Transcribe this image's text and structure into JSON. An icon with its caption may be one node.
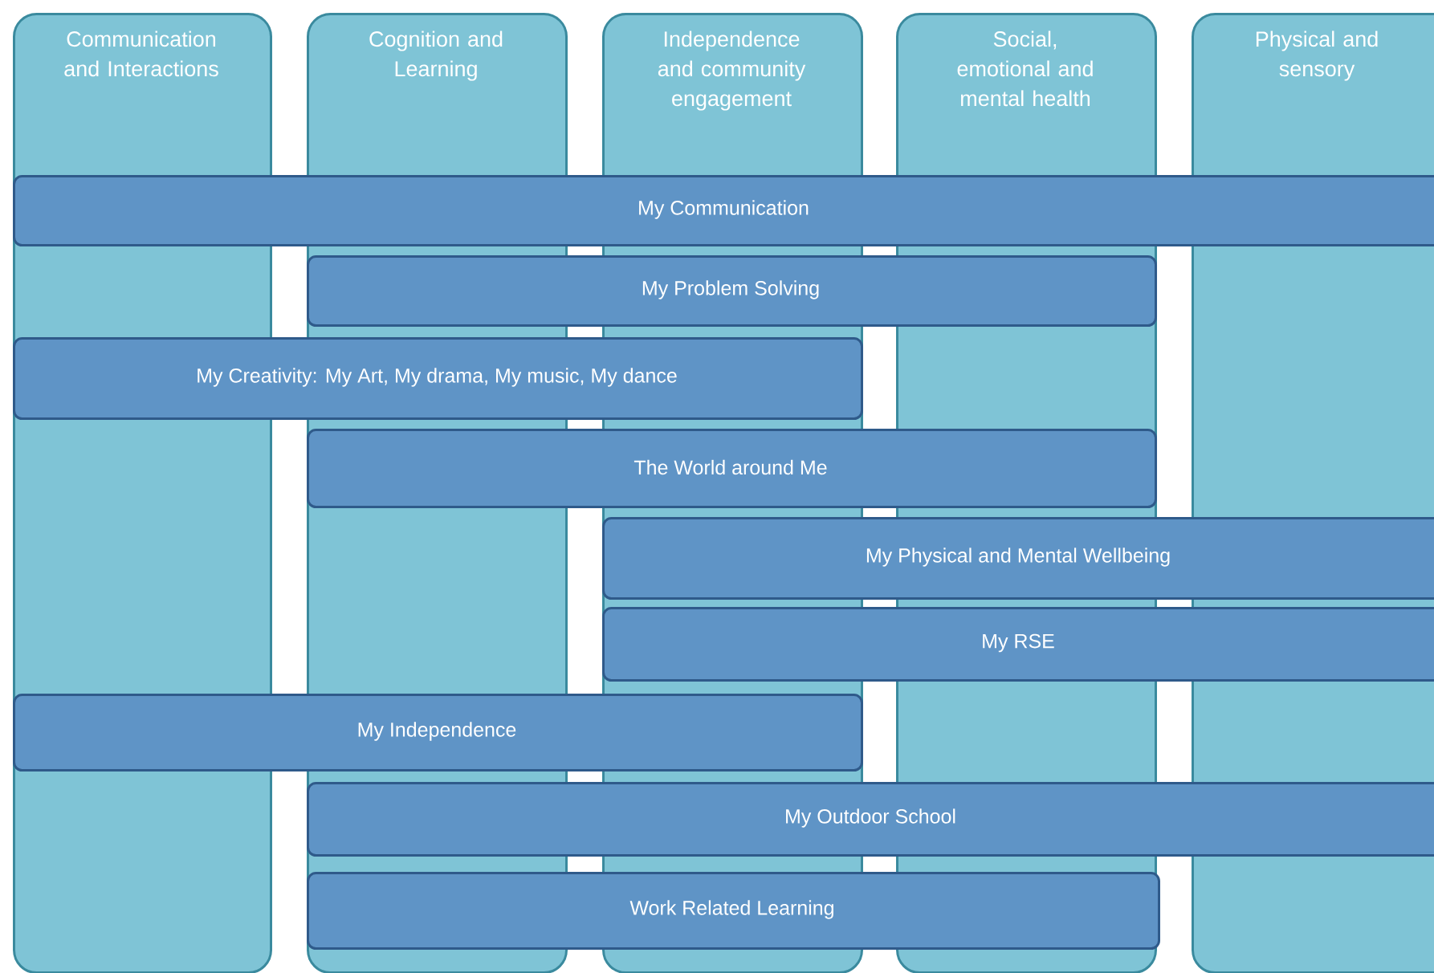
{
  "diagram": {
    "nodes": [
      {
        "text": [
          "Communication and Interactions"
        ]
      },
      {
        "text": [
          "Cognition and Learning"
        ]
      },
      {
        "text": [
          "Independence and community engagement"
        ]
      },
      {
        "text": [
          "Social, emotional and mental health"
        ]
      },
      {
        "text": [
          "Physical and sensory"
        ]
      },
      {
        "text": [
          "My Communication"
        ]
      },
      {
        "text": [
          "My Problem Solving"
        ]
      },
      {
        "text": [
          "My Creativity: My Art, My drama, My music, My dance"
        ]
      },
      {
        "text": [
          "The World around Me"
        ]
      },
      {
        "text": [
          "My Physical and Mental Wellbeing"
        ]
      },
      {
        "text": [
          "My RSE"
        ]
      },
      {
        "text": [
          "My Independence"
        ]
      },
      {
        "text": [
          "My Outdoor School"
        ]
      },
      {
        "text": [
          "Work Related Learning"
        ]
      }
    ]
  }
}
